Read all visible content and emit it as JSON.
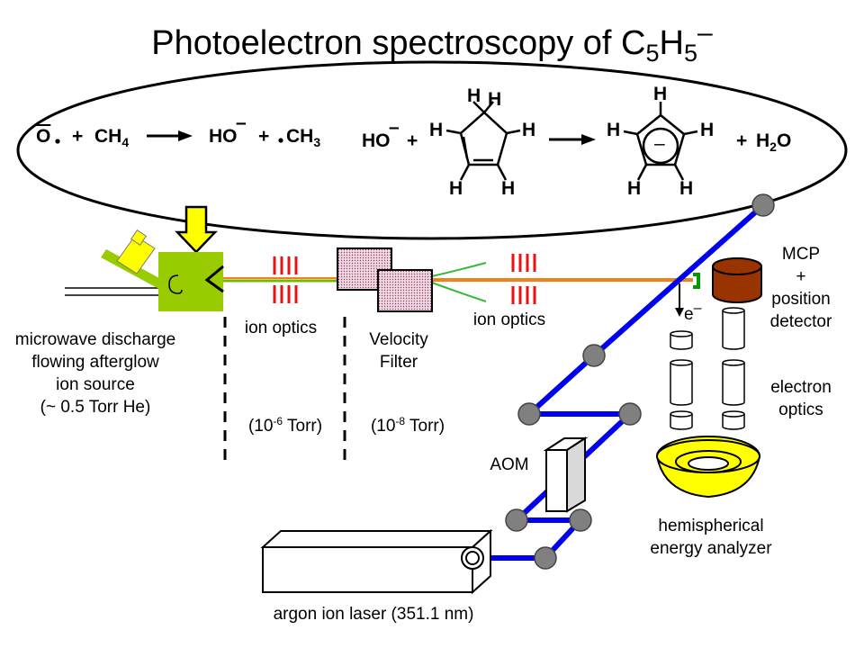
{
  "title": {
    "main": "Photoelectron spectroscopy of C",
    "sub1": "5",
    "h": "H",
    "sub2": "5",
    "charge": "–"
  },
  "reactions": {
    "r1_reactant": "O",
    "r1_plus1": "+",
    "r1_ch4": "CH",
    "r1_ch4_sub": "4",
    "r1_product1": "HO",
    "r1_plus2": "+",
    "r1_ch3": "CH",
    "r1_ch3_sub": "3",
    "r2_reactant": "HO",
    "r2_plus": "+",
    "r2_plus2": "+",
    "r2_h2o_h": "H",
    "r2_h2o_sub": "2",
    "r2_h2o_o": "O",
    "hydrogen": "H",
    "minus": "–"
  },
  "labels": {
    "ion_source": [
      "microwave discharge",
      "flowing afterglow",
      "ion source",
      "(~ 0.5 Torr He)"
    ],
    "ion_optics_1": "ion optics",
    "ion_optics_2": "ion optics",
    "pressure_1_pre": "(10",
    "pressure_1_exp": "-6",
    "pressure_1_post": " Torr)",
    "pressure_2_pre": "(10",
    "pressure_2_exp": "-8",
    "pressure_2_post": " Torr)",
    "velocity_filter": [
      "Velocity",
      "Filter"
    ],
    "electron": "e",
    "electron_charge": "–",
    "mcp": [
      "MCP",
      "+",
      "position",
      "detector"
    ],
    "electron_optics": [
      "electron",
      "optics"
    ],
    "aom": "AOM",
    "analyzer": [
      "hemispherical",
      "energy analyzer"
    ],
    "laser": "argon ion laser (351.1 nm)"
  },
  "colors": {
    "laser_beam": "#0000ee",
    "ion_beam_orange": "#f0821e",
    "ion_beam_green": "#7ab800",
    "source_green": "#99cc00",
    "arrow_yellow": "#ffff00",
    "optics_red": "#ee1111",
    "detector_brown": "#993300",
    "analyzer_yellow": "#ffff00",
    "mirror_gray": "#808080",
    "filter_fill": "#f4d6e4"
  }
}
